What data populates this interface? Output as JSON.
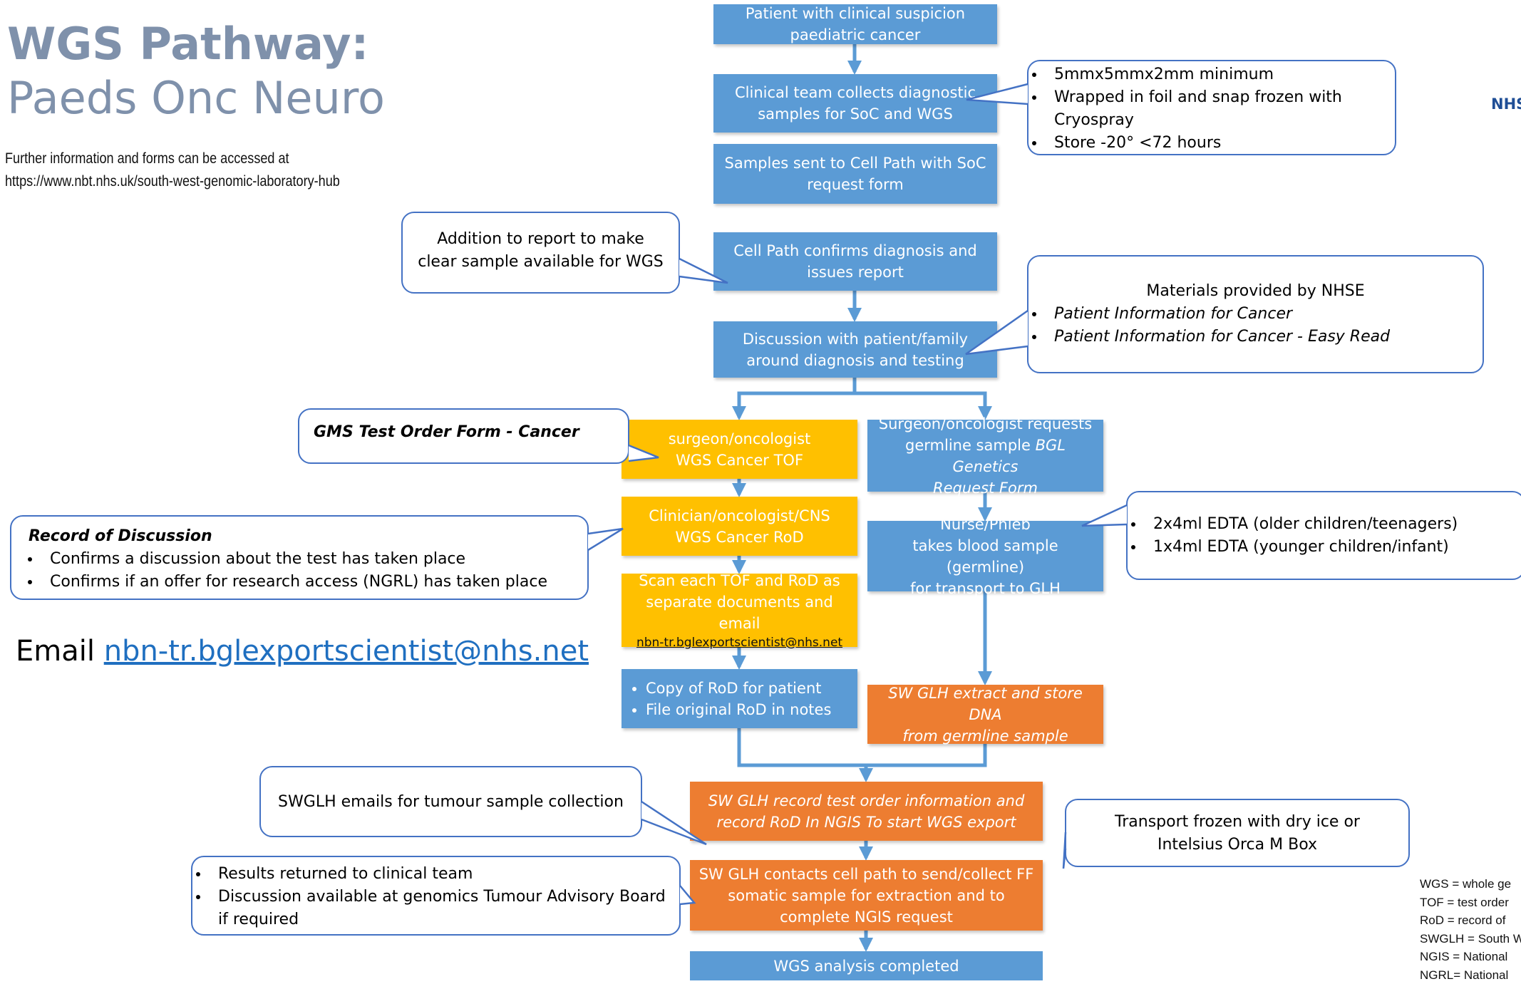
{
  "title": {
    "line1": "WGS Pathway:",
    "line2": "Paeds Onc Neuro"
  },
  "info": {
    "line1": "Further information and forms can be accessed at",
    "line2": "https://www.nbt.nhs.uk/south-west-genomic-laboratory-hub"
  },
  "email_line": {
    "label": "Email",
    "address": "nbn-tr.bglexportscientist@nhs.net"
  },
  "nhs_logo": "NHS",
  "boxes": {
    "b1": {
      "line1": "Patient with clinical suspicion",
      "line2": "paediatric cancer"
    },
    "b2": {
      "line1": "Clinical team collects diagnostic",
      "line2": "samples for SoC and WGS"
    },
    "b3": {
      "line1": "Samples sent to Cell Path with SoC",
      "line2": "request form"
    },
    "b4": {
      "line1": "Cell Path confirms diagnosis and",
      "line2": "issues report"
    },
    "b5": {
      "line1": "Discussion with patient/family",
      "line2": "around diagnosis and testing"
    },
    "y1": {
      "line1": "surgeon/oncologist",
      "line2": "WGS Cancer TOF"
    },
    "y2": {
      "line1": "Clinician/oncologist/CNS",
      "line2": "WGS Cancer RoD"
    },
    "y3": {
      "line1": "Scan each TOF and RoD as",
      "line2": "separate documents and email",
      "email": "nbn-tr.bglexportscientist@nhs.net"
    },
    "bl": {
      "items": [
        "Copy of RoD for patient",
        "File original RoD  in notes"
      ]
    },
    "r1": {
      "line1": "Surgeon/oncologist requests",
      "line2a": "germline sample ",
      "line2b": "BGL Genetics",
      "line3": "Request Form"
    },
    "r2": {
      "line1": "Nurse/Phleb",
      "line2": "takes blood sample (germline)",
      "line3": "for transport to GLH"
    },
    "o1": {
      "line1": "SW GLH extract and store DNA",
      "line2": "from germline sample"
    },
    "o2": {
      "line1": "SW GLH record test order information and",
      "line2": "record RoD In NGIS To start WGS export"
    },
    "o3": {
      "line1": "SW GLH  contacts cell path to send/collect FF",
      "line2": "somatic sample  for extraction and to",
      "line3": "complete NGIS request"
    },
    "b6": {
      "line1": "WGS analysis completed"
    }
  },
  "callouts": {
    "sample_size": {
      "items": [
        "5mmx5mmx2mm minimum",
        "Wrapped in foil and snap frozen with Cryospray",
        "Store -20° <72 hours"
      ]
    },
    "addition": {
      "line1": "Addition to report to make",
      "line2": "clear sample available for WGS"
    },
    "materials": {
      "title": "Materials provided by NHSE",
      "items": [
        "Patient Information for Cancer",
        "Patient Information for Cancer - Easy Read"
      ]
    },
    "gms": {
      "text": "GMS Test Order Form  - Cancer"
    },
    "rod": {
      "title": "Record of Discussion",
      "items": [
        "Confirms a discussion about the test has taken place",
        "Confirms if an offer for research access  (NGRL) has taken place"
      ]
    },
    "edta": {
      "items": [
        "2x4ml EDTA (older  children/teenagers)",
        "1x4ml EDTA (younger children/infant)"
      ]
    },
    "swglh_email": {
      "text": "SWGLH emails for tumour sample collection"
    },
    "transport": {
      "line1": "Transport frozen with dry ice or",
      "line2": "Intelsius Orca M Box"
    },
    "results": {
      "items": [
        "Results returned to clinical team",
        "Discussion available at genomics Tumour Advisory Board if required"
      ]
    }
  },
  "abbreviations": [
    "WGS = whole ge",
    "TOF = test order",
    "RoD = record of",
    "SWGLH = South W",
    "NGIS = National",
    "NGRL= National"
  ],
  "colors": {
    "blue": "#5b9bd5",
    "yellow": "#ffc000",
    "orange": "#ed7d31",
    "callout_border": "#4472c4",
    "title": "#7f91ab"
  }
}
